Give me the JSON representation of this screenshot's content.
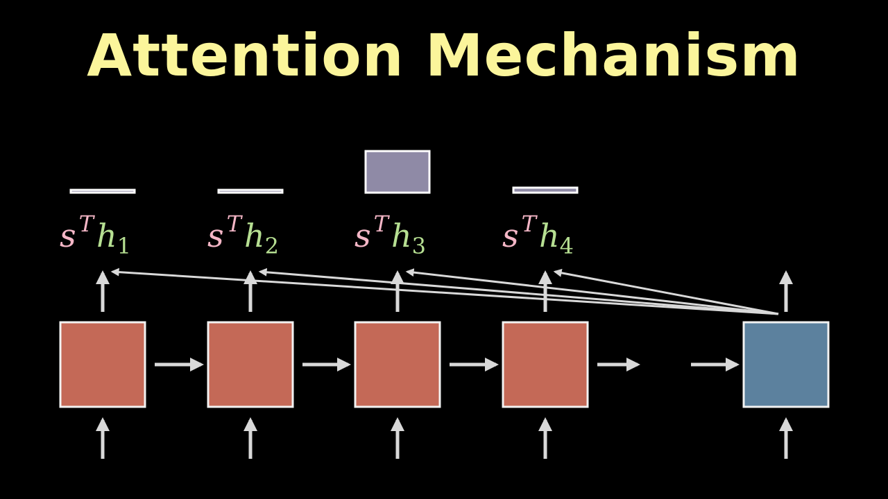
{
  "title": "Attention Mechanism",
  "colors": {
    "background": "#000000",
    "title": "#fbf59b",
    "encoder_cell": "#c46957",
    "decoder_cell": "#5c819e",
    "cell_border": "#f2f2f2",
    "arrow": "#d9d9d9",
    "score_bar": "#8f8aa6",
    "s_symbol": "#f4b6c6",
    "h_symbol": "#b6df92"
  },
  "symbols": {
    "s": "s",
    "superscript": "T",
    "h": "h"
  },
  "encoder_cells": [
    {
      "id": "encoder-cell-1",
      "index": "1",
      "score": 0.0
    },
    {
      "id": "encoder-cell-2",
      "index": "2",
      "score": 0.05
    },
    {
      "id": "encoder-cell-3",
      "index": "3",
      "score": 1.0
    },
    {
      "id": "encoder-cell-4",
      "index": "4",
      "score": 0.12
    }
  ],
  "decoder_cells": [
    {
      "id": "decoder-cell"
    }
  ]
}
